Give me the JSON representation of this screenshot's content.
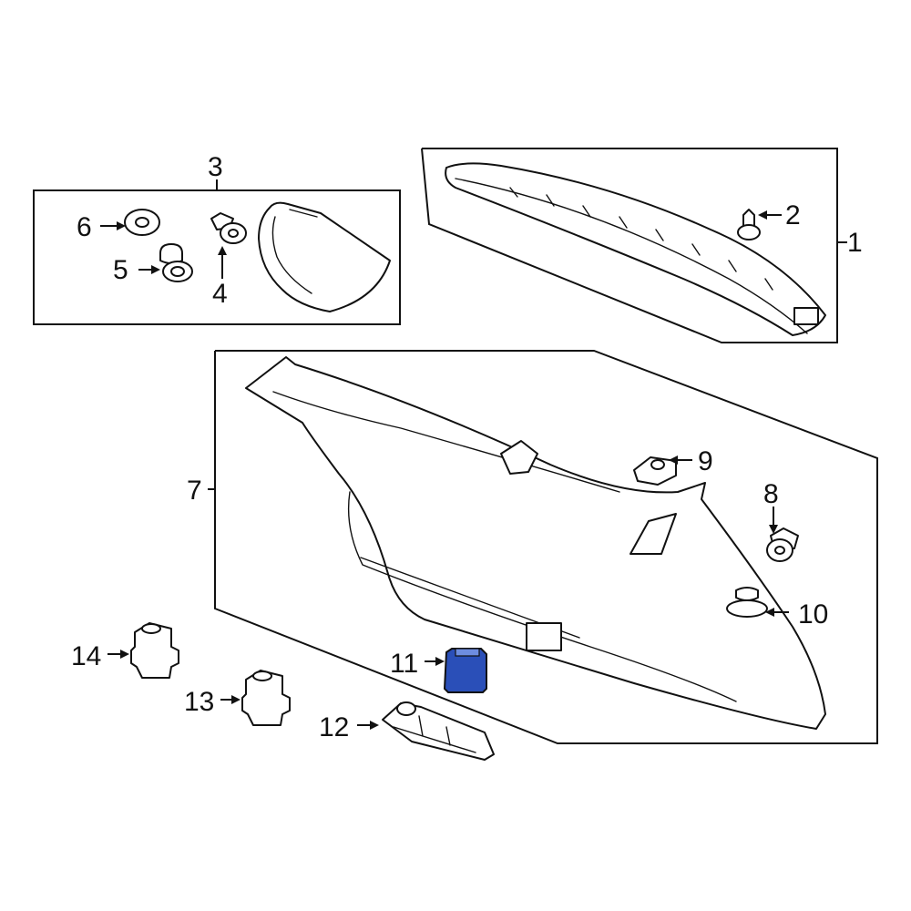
{
  "callouts": [
    "1",
    "2",
    "3",
    "4",
    "5",
    "6",
    "7",
    "8",
    "9",
    "10",
    "11",
    "12",
    "13",
    "14"
  ],
  "colors": {
    "highlight": "#2a4fb8",
    "line": "#111111",
    "background": "#ffffff"
  },
  "highlighted_part": "11"
}
